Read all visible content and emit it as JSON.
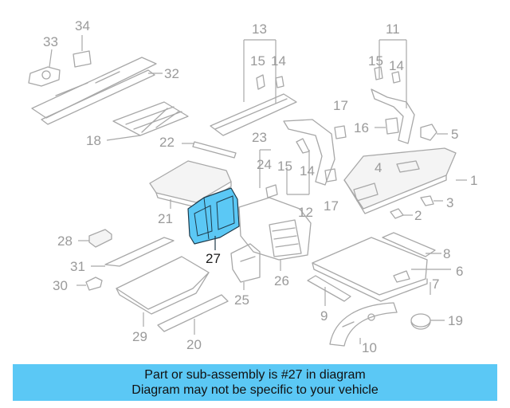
{
  "diagram": {
    "highlight_color": "#5bc8f5",
    "callouts": {
      "c1": "1",
      "c2": "2",
      "c3": "3",
      "c4": "4",
      "c5": "5",
      "c6": "6",
      "c7": "7",
      "c8": "8",
      "c9": "9",
      "c10": "10",
      "c11": "11",
      "c12": "12",
      "c13": "13",
      "c14a": "14",
      "c14b": "14",
      "c14c": "14",
      "c15a": "15",
      "c15b": "15",
      "c15c": "15",
      "c16": "16",
      "c17a": "17",
      "c17b": "17",
      "c18": "18",
      "c19": "19",
      "c20": "20",
      "c21": "21",
      "c22": "22",
      "c23": "23",
      "c24": "24",
      "c25": "25",
      "c26": "26",
      "c27": "27",
      "c28": "28",
      "c29": "29",
      "c30": "30",
      "c31": "31",
      "c32": "32",
      "c33": "33",
      "c34": "34"
    }
  },
  "banner": {
    "line1": "Part or sub-assembly is #27 in diagram",
    "line2": "Diagram may not be specific to your vehicle"
  }
}
